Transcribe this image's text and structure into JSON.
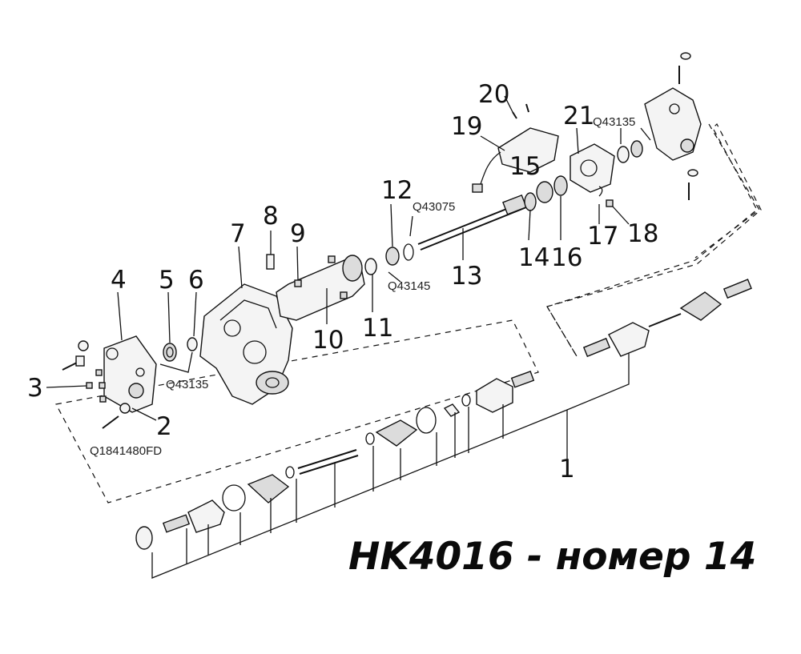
{
  "labels": {
    "l1": "1",
    "l2": "2",
    "l3": "3",
    "l4": "4",
    "l5": "5",
    "l6": "6",
    "l7": "7",
    "l8": "8",
    "l9": "9",
    "l10": "10",
    "l11": "11",
    "l12": "12",
    "l13": "13",
    "l14": "14",
    "l15": "15",
    "l16": "16",
    "l17": "17",
    "l18": "18",
    "l19": "19",
    "l20": "20",
    "l21": "21"
  },
  "codes": {
    "q43135_left": "Q43135",
    "q43135_right": "Q43135",
    "q43075": "Q43075",
    "q43145": "Q43145",
    "q1841480fd": "Q1841480FD"
  },
  "caption": "HK4016 - номер 14"
}
